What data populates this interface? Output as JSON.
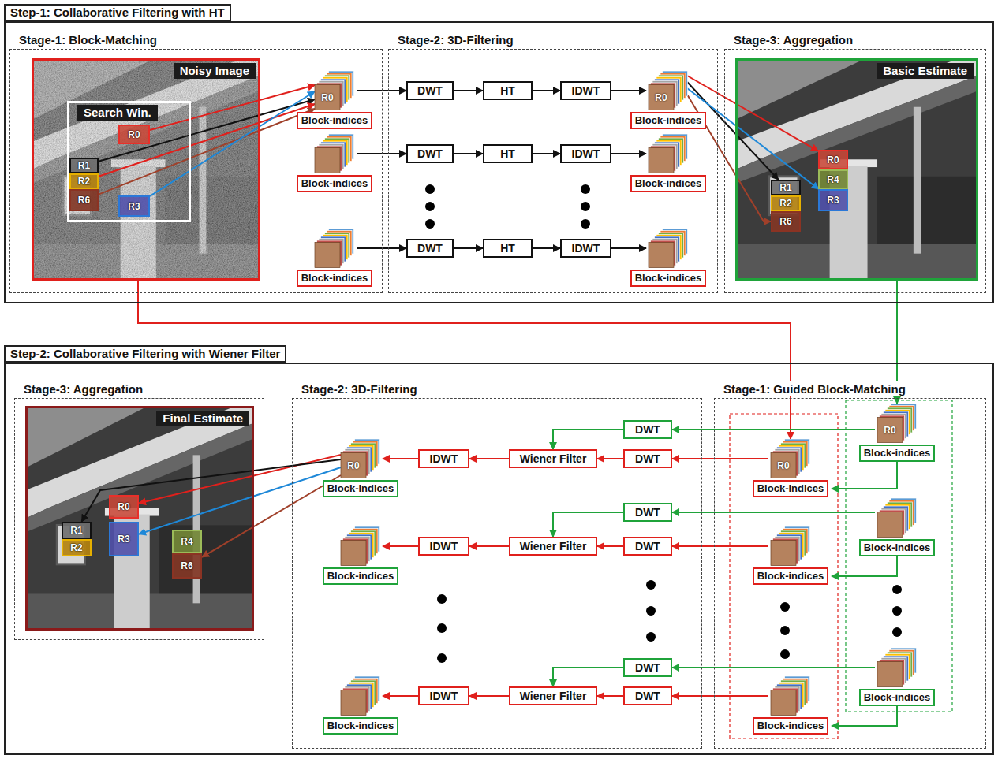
{
  "diagram": {
    "nodes": [
      {
        "text": [
          "Step-1: Collaborative Filtering with HT"
        ]
      },
      {
        "text": [
          "Stage-1: Block-Matching"
        ],
        "in": 0
      },
      {
        "text": [
          "Noisy Image"
        ],
        "in": 1
      },
      {
        "text": [
          "Search Win."
        ],
        "in": 2
      },
      {
        "text": [
          "R0"
        ],
        "in": 3
      },
      {
        "text": [
          "R1"
        ],
        "in": 3
      },
      {
        "text": [
          "R2"
        ],
        "in": 3
      },
      {
        "text": [
          "R6"
        ],
        "in": 3
      },
      {
        "text": [
          "R3"
        ],
        "in": 3
      },
      {
        "text": [
          "R0",
          "Block-indices"
        ],
        "in": 1
      },
      {
        "text": [
          "Block-indices"
        ],
        "in": 1
      },
      {
        "text": [
          "Block-indices"
        ],
        "in": 1
      },
      {
        "text": [
          "Stage-2: 3D-Filtering"
        ],
        "in": 0
      },
      {
        "text": [
          "DWT"
        ],
        "in": 12
      },
      {
        "text": [
          "HT"
        ],
        "in": 12
      },
      {
        "text": [
          "IDWT"
        ],
        "in": 12
      },
      {
        "text": [
          "R0",
          "Block-indices"
        ],
        "in": 12
      },
      {
        "text": [
          "DWT"
        ],
        "in": 12
      },
      {
        "text": [
          "HT"
        ],
        "in": 12
      },
      {
        "text": [
          "IDWT"
        ],
        "in": 12
      },
      {
        "text": [
          "Block-indices"
        ],
        "in": 12
      },
      {
        "text": [
          "DWT"
        ],
        "in": 12
      },
      {
        "text": [
          "HT"
        ],
        "in": 12
      },
      {
        "text": [
          "IDWT"
        ],
        "in": 12
      },
      {
        "text": [
          "Block-indices"
        ],
        "in": 12
      },
      {
        "text": [
          "Stage-3: Aggregation"
        ],
        "in": 0
      },
      {
        "text": [
          "Basic Estimate"
        ],
        "in": 25
      },
      {
        "text": [
          "R0"
        ],
        "in": 26
      },
      {
        "text": [
          "R4"
        ],
        "in": 26
      },
      {
        "text": [
          "R1"
        ],
        "in": 26
      },
      {
        "text": [
          "R3"
        ],
        "in": 26
      },
      {
        "text": [
          "R2"
        ],
        "in": 26
      },
      {
        "text": [
          "R6"
        ],
        "in": 26
      },
      {
        "text": [
          "Step-2: Collaborative Filtering with Wiener Filter"
        ]
      },
      {
        "text": [
          "Stage-3: Aggregation"
        ],
        "in": 33
      },
      {
        "text": [
          "Final Estimate"
        ],
        "in": 34
      },
      {
        "text": [
          "R0"
        ],
        "in": 35
      },
      {
        "text": [
          "R1"
        ],
        "in": 35
      },
      {
        "text": [
          "R3"
        ],
        "in": 35
      },
      {
        "text": [
          "R4"
        ],
        "in": 35
      },
      {
        "text": [
          "R2"
        ],
        "in": 35
      },
      {
        "text": [
          "R6"
        ],
        "in": 35
      },
      {
        "text": [
          "Stage-2: 3D-Filtering"
        ],
        "in": 33
      },
      {
        "text": [
          "DWT"
        ],
        "in": 42
      },
      {
        "text": [
          "R0",
          "Block-indices"
        ],
        "in": 42
      },
      {
        "text": [
          "IDWT"
        ],
        "in": 42
      },
      {
        "text": [
          "Wiener Filter"
        ],
        "in": 42
      },
      {
        "text": [
          "DWT"
        ],
        "in": 42
      },
      {
        "text": [
          "DWT"
        ],
        "in": 42
      },
      {
        "text": [
          "Block-indices"
        ],
        "in": 42
      },
      {
        "text": [
          "IDWT"
        ],
        "in": 42
      },
      {
        "text": [
          "Wiener Filter"
        ],
        "in": 42
      },
      {
        "text": [
          "DWT"
        ],
        "in": 42
      },
      {
        "text": [
          "DWT"
        ],
        "in": 42
      },
      {
        "text": [
          "Block-indices"
        ],
        "in": 42
      },
      {
        "text": [
          "IDWT"
        ],
        "in": 42
      },
      {
        "text": [
          "Wiener Filter"
        ],
        "in": 42
      },
      {
        "text": [
          "DWT"
        ],
        "in": 42
      },
      {
        "text": [
          "Stage-1: Guided Block-Matching"
        ],
        "in": 33
      },
      {
        "text": [
          "R0",
          "Block-indices"
        ],
        "in": 58
      },
      {
        "text": [
          "R0",
          "Block-indices"
        ],
        "in": 58
      },
      {
        "text": [
          "Block-indices"
        ],
        "in": 58
      },
      {
        "text": [
          "Block-indices"
        ],
        "in": 58
      },
      {
        "text": [
          "Block-indices"
        ],
        "in": 58
      },
      {
        "text": [
          "Block-indices"
        ],
        "in": 58
      }
    ],
    "edges": [
      {
        "from": 4,
        "to": 9,
        "arrow": "to"
      },
      {
        "from": 5,
        "to": 9,
        "arrow": "to"
      },
      {
        "from": 6,
        "to": 9,
        "arrow": "to"
      },
      {
        "from": 7,
        "to": 9,
        "arrow": "to"
      },
      {
        "from": 8,
        "to": 9,
        "arrow": "to"
      },
      {
        "from": 9,
        "to": 13,
        "arrow": "to"
      },
      {
        "from": 13,
        "to": 14,
        "arrow": "to"
      },
      {
        "from": 14,
        "to": 15,
        "arrow": "to"
      },
      {
        "from": 15,
        "to": 16,
        "arrow": "to"
      },
      {
        "from": 10,
        "to": 17,
        "arrow": "to"
      },
      {
        "from": 17,
        "to": 18,
        "arrow": "to"
      },
      {
        "from": 18,
        "to": 19,
        "arrow": "to"
      },
      {
        "from": 19,
        "to": 20,
        "arrow": "to"
      },
      {
        "from": 11,
        "to": 21,
        "arrow": "to"
      },
      {
        "from": 21,
        "to": 22,
        "arrow": "to"
      },
      {
        "from": 22,
        "to": 23,
        "arrow": "to"
      },
      {
        "from": 23,
        "to": 24,
        "arrow": "to"
      },
      {
        "from": 16,
        "to": 27,
        "arrow": "to"
      },
      {
        "from": 16,
        "to": 29,
        "arrow": "to"
      },
      {
        "from": 16,
        "to": 30,
        "arrow": "to"
      },
      {
        "from": 16,
        "to": 32,
        "arrow": "to"
      },
      {
        "from": 2,
        "to": 60,
        "arrow": "to"
      },
      {
        "from": 26,
        "to": 59,
        "arrow": "to"
      },
      {
        "from": 59,
        "to": 60,
        "arrow": "to"
      },
      {
        "from": 59,
        "to": 43,
        "arrow": "to"
      },
      {
        "from": 60,
        "to": 47,
        "arrow": "to"
      },
      {
        "from": 43,
        "to": 46,
        "arrow": "to"
      },
      {
        "from": 47,
        "to": 46,
        "arrow": "to"
      },
      {
        "from": 46,
        "to": 45,
        "arrow": "to"
      },
      {
        "from": 45,
        "to": 44,
        "arrow": "to"
      },
      {
        "from": 61,
        "to": 62,
        "arrow": "to"
      },
      {
        "from": 61,
        "to": 48,
        "arrow": "to"
      },
      {
        "from": 62,
        "to": 52,
        "arrow": "to"
      },
      {
        "from": 48,
        "to": 51,
        "arrow": "to"
      },
      {
        "from": 52,
        "to": 51,
        "arrow": "to"
      },
      {
        "from": 51,
        "to": 50,
        "arrow": "to"
      },
      {
        "from": 50,
        "to": 49,
        "arrow": "to"
      },
      {
        "from": 63,
        "to": 64,
        "arrow": "to"
      },
      {
        "from": 63,
        "to": 53,
        "arrow": "to"
      },
      {
        "from": 64,
        "to": 57,
        "arrow": "to"
      },
      {
        "from": 53,
        "to": 56,
        "arrow": "to"
      },
      {
        "from": 57,
        "to": 56,
        "arrow": "to"
      },
      {
        "from": 56,
        "to": 55,
        "arrow": "to"
      },
      {
        "from": 55,
        "to": 54,
        "arrow": "to"
      },
      {
        "from": 44,
        "to": 36,
        "arrow": "to"
      },
      {
        "from": 44,
        "to": 37,
        "arrow": "to"
      },
      {
        "from": 44,
        "to": 38,
        "arrow": "to"
      },
      {
        "from": 44,
        "to": 41,
        "arrow": "to"
      }
    ]
  }
}
